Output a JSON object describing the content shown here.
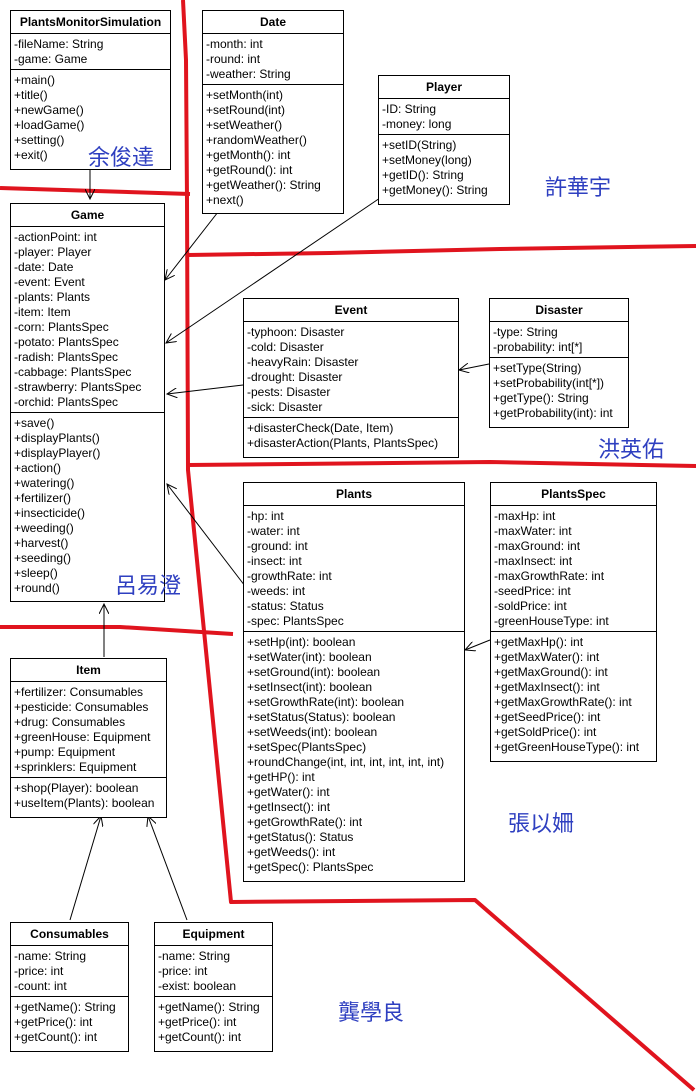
{
  "classes": {
    "plants_monitor_simulation": {
      "name": "PlantsMonitorSimulation",
      "attributes": [
        "-fileName: String",
        "-game: Game"
      ],
      "methods": [
        "+main()",
        "+title()",
        "+newGame()",
        "+loadGame()",
        "+setting()",
        "+exit()"
      ]
    },
    "date": {
      "name": "Date",
      "attributes": [
        "-month: int",
        "-round: int",
        "-weather: String"
      ],
      "methods": [
        "+setMonth(int)",
        "+setRound(int)",
        "+setWeather()",
        "+randomWeather()",
        "+getMonth(): int",
        "+getRound(): int",
        "+getWeather(): String",
        "+next()"
      ]
    },
    "player": {
      "name": "Player",
      "attributes": [
        "-ID: String",
        "-money: long"
      ],
      "methods": [
        "+setID(String)",
        "+setMoney(long)",
        "+getID(): String",
        "+getMoney(): String"
      ]
    },
    "game": {
      "name": "Game",
      "attributes": [
        "-actionPoint: int",
        "-player: Player",
        "-date: Date",
        "-event: Event",
        "-plants: Plants",
        "-item: Item",
        "-corn: PlantsSpec",
        "-potato: PlantsSpec",
        "-radish: PlantsSpec",
        "-cabbage: PlantsSpec",
        "-strawberry: PlantsSpec",
        "-orchid: PlantsSpec"
      ],
      "methods": [
        "+save()",
        "+displayPlants()",
        "+displayPlayer()",
        "+action()",
        "+watering()",
        "+fertilizer()",
        "+insecticide()",
        "+weeding()",
        "+harvest()",
        "+seeding()",
        "+sleep()",
        "+round()"
      ]
    },
    "event": {
      "name": "Event",
      "attributes": [
        "-typhoon: Disaster",
        "-cold: Disaster",
        "-heavyRain: Disaster",
        "-drought: Disaster",
        "-pests: Disaster",
        "-sick: Disaster"
      ],
      "methods": [
        "+disasterCheck(Date, Item)",
        "+disasterAction(Plants, PlantsSpec)"
      ]
    },
    "disaster": {
      "name": "Disaster",
      "attributes": [
        "-type: String",
        "-probability: int[*]"
      ],
      "methods": [
        "+setType(String)",
        "+setProbability(int[*])",
        "+getType(): String",
        "+getProbability(int): int"
      ]
    },
    "plants": {
      "name": "Plants",
      "attributes": [
        "-hp: int",
        "-water: int",
        "-ground: int",
        "-insect: int",
        "-growthRate: int",
        "-weeds: int",
        "-status: Status",
        "-spec: PlantsSpec"
      ],
      "methods": [
        "+setHp(int): boolean",
        "+setWater(int): boolean",
        "+setGround(int): boolean",
        "+setInsect(int): boolean",
        "+setGrowthRate(int): boolean",
        "+setStatus(Status): boolean",
        "+setWeeds(int): boolean",
        "+setSpec(PlantsSpec)",
        "+roundChange(int, int, int, int, int, int)",
        "+getHP(): int",
        "+getWater(): int",
        "+getInsect(): int",
        "+getGrowthRate(): int",
        "+getStatus(): Status",
        "+getWeeds(): int",
        "+getSpec(): PlantsSpec"
      ]
    },
    "plants_spec": {
      "name": "PlantsSpec",
      "attributes": [
        "-maxHp: int",
        "-maxWater: int",
        "-maxGround: int",
        "-maxInsect: int",
        "-maxGrowthRate: int",
        "-seedPrice: int",
        "-soldPrice: int",
        "-greenHouseType: int"
      ],
      "methods": [
        "+getMaxHp(): int",
        "+getMaxWater(): int",
        "+getMaxGround(): int",
        "+getMaxInsect(): int",
        "+getMaxGrowthRate(): int",
        "+getSeedPrice(): int",
        "+getSoldPrice(): int",
        "+getGreenHouseType(): int"
      ]
    },
    "item": {
      "name": "Item",
      "attributes": [
        "+fertilizer: Consumables",
        "+pesticide: Consumables",
        "+drug: Consumables",
        "+greenHouse: Equipment",
        "+pump: Equipment",
        "+sprinklers: Equipment"
      ],
      "methods": [
        "+shop(Player): boolean",
        "+useItem(Plants): boolean"
      ]
    },
    "consumables": {
      "name": "Consumables",
      "attributes": [
        "-name: String",
        "-price: int",
        "-count: int"
      ],
      "methods": [
        "+getName(): String",
        "+getPrice(): int",
        "+getCount(): int"
      ]
    },
    "equipment": {
      "name": "Equipment",
      "attributes": [
        "-name: String",
        "-price: int",
        "-exist: boolean"
      ],
      "methods": [
        "+getName(): String",
        "+getPrice(): int",
        "+getCount(): int"
      ]
    }
  },
  "signatures": [
    "余俊達",
    "許華宇",
    "洪英佑",
    "呂易澄",
    "張以姍",
    "龔學良"
  ],
  "colors": {
    "division_lines": "#e0141e",
    "signature_text": "#2e3fc0",
    "uml_lines": "#000000"
  }
}
